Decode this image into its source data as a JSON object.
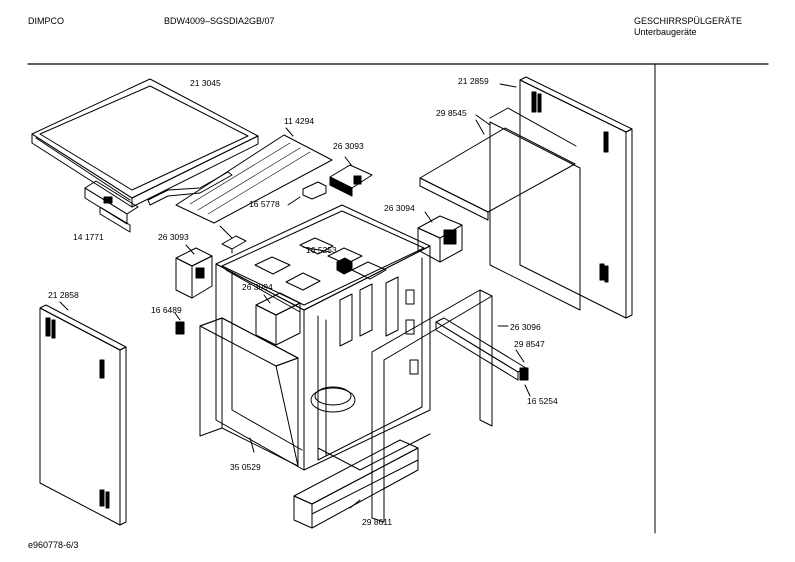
{
  "header": {
    "brand": "DIMPCO",
    "model": "BDW4009–SGSDIA2GB/07",
    "category": "GESCHIRRSPÜLGERÄTE",
    "subcategory": "Unterbaugeräte"
  },
  "footer": {
    "doc_id": "e960778-6/3"
  },
  "parts": [
    {
      "id": "p-213045",
      "label": "21 3045"
    },
    {
      "id": "p-114294",
      "label": "11 4294"
    },
    {
      "id": "p-263093a",
      "label": "26 3093"
    },
    {
      "id": "p-165778",
      "label": "16 5778"
    },
    {
      "id": "p-141771",
      "label": "14 1771"
    },
    {
      "id": "p-263093b",
      "label": "26 3093"
    },
    {
      "id": "p-165253",
      "label": "16 5253"
    },
    {
      "id": "p-263094a",
      "label": "26 3094"
    },
    {
      "id": "p-212858",
      "label": "21 2858"
    },
    {
      "id": "p-166489",
      "label": "16 6489"
    },
    {
      "id": "p-263094b",
      "label": "26 3094"
    },
    {
      "id": "p-212859",
      "label": "21 2859"
    },
    {
      "id": "p-298545",
      "label": "29 8545"
    },
    {
      "id": "p-263096",
      "label": "26 3096"
    },
    {
      "id": "p-298547",
      "label": "29 8547"
    },
    {
      "id": "p-165254",
      "label": "16 5254"
    },
    {
      "id": "p-350529",
      "label": "35 0529"
    },
    {
      "id": "p-298611",
      "label": "29 8611"
    }
  ]
}
